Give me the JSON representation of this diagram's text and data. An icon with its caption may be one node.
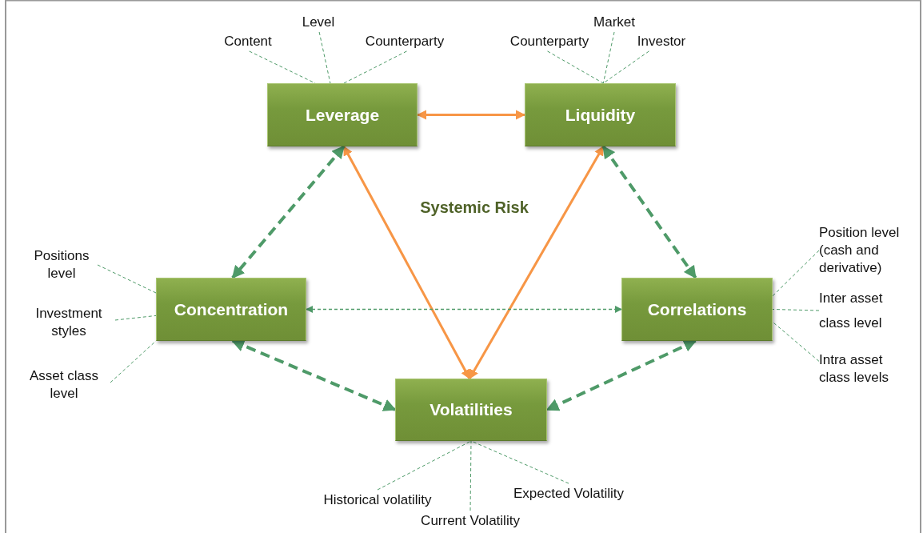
{
  "diagram": {
    "nodes": [
      {
        "text": [
          "Leverage"
        ]
      },
      {
        "text": [
          "Liquidity"
        ]
      },
      {
        "text": [
          "Concentration"
        ]
      },
      {
        "text": [
          "Correlations"
        ]
      },
      {
        "text": [
          "Volatilities"
        ]
      },
      {
        "text": [
          "Content"
        ]
      },
      {
        "text": [
          "Level"
        ]
      },
      {
        "text": [
          "Counterparty"
        ]
      },
      {
        "text": [
          "Counterparty"
        ]
      },
      {
        "text": [
          "Market"
        ]
      },
      {
        "text": [
          "Investor"
        ]
      },
      {
        "text": [
          "Positions level"
        ]
      },
      {
        "text": [
          "Investment styles"
        ]
      },
      {
        "text": [
          "Asset class level"
        ]
      },
      {
        "text": [
          "Position level (cash and derivative)"
        ]
      },
      {
        "text": [
          "Inter asset class level"
        ]
      },
      {
        "text": [
          "Intra asset class levels"
        ]
      },
      {
        "text": [
          "Historical volatility"
        ]
      },
      {
        "text": [
          "Current Volatility"
        ]
      },
      {
        "text": [
          "Expected Volatility"
        ]
      }
    ],
    "edges": [
      {
        "from": 0,
        "to": 1,
        "arrow": "both",
        "style": "thick",
        "color": "#f79646"
      },
      {
        "from": 0,
        "to": 4,
        "arrow": "both",
        "style": "thick",
        "color": "#f79646"
      },
      {
        "from": 1,
        "to": 4,
        "arrow": "both",
        "style": "thick",
        "color": "#f79646"
      },
      {
        "from": 0,
        "to": 2,
        "arrow": "both",
        "style": "dashed"
      },
      {
        "from": 1,
        "to": 3,
        "arrow": "both",
        "style": "dashed"
      },
      {
        "from": 2,
        "to": 3,
        "arrow": "both",
        "style": "dashed"
      },
      {
        "from": 2,
        "to": 4,
        "arrow": "both",
        "style": "dashed"
      },
      {
        "from": 3,
        "to": 4,
        "arrow": "both",
        "style": "dashed"
      },
      {
        "from": 5,
        "to": 0,
        "arrow": "none",
        "style": "dashed"
      },
      {
        "from": 6,
        "to": 0,
        "arrow": "none",
        "style": "dashed"
      },
      {
        "from": 7,
        "to": 0,
        "arrow": "none",
        "style": "dashed"
      },
      {
        "from": 8,
        "to": 1,
        "arrow": "none",
        "style": "dashed"
      },
      {
        "from": 9,
        "to": 1,
        "arrow": "none",
        "style": "dashed"
      },
      {
        "from": 10,
        "to": 1,
        "arrow": "none",
        "style": "dashed"
      },
      {
        "from": 11,
        "to": 2,
        "arrow": "none",
        "style": "dashed"
      },
      {
        "from": 12,
        "to": 2,
        "arrow": "none",
        "style": "dashed"
      },
      {
        "from": 13,
        "to": 2,
        "arrow": "none",
        "style": "dashed"
      },
      {
        "from": 14,
        "to": 3,
        "arrow": "none",
        "style": "dashed"
      },
      {
        "from": 15,
        "to": 3,
        "arrow": "none",
        "style": "dashed"
      },
      {
        "from": 16,
        "to": 3,
        "arrow": "none",
        "style": "dashed"
      },
      {
        "from": 17,
        "to": 4,
        "arrow": "none",
        "style": "dashed"
      },
      {
        "from": 18,
        "to": 4,
        "arrow": "none",
        "style": "dashed"
      },
      {
        "from": 19,
        "to": 4,
        "arrow": "none",
        "style": "dashed"
      }
    ],
    "labels": [
      "Systemic Risk"
    ]
  }
}
